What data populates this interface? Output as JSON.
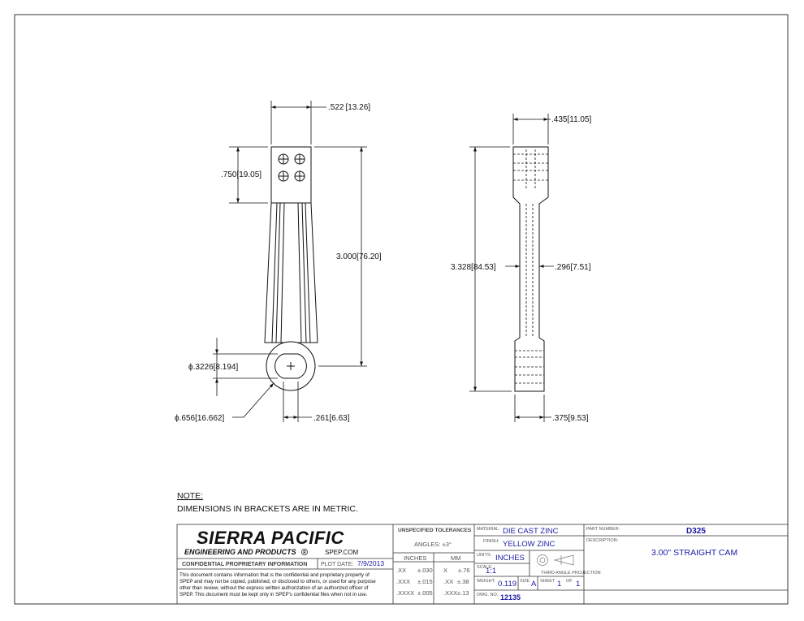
{
  "dimensions": {
    "width_top": ".522",
    "width_top_mm": "13.26",
    "head_height": ".750",
    "head_height_mm": "19.05",
    "overall_length": "3.000",
    "overall_length_mm": "76.20",
    "hole_dia": ".3226",
    "hole_dia_mm": "8.194",
    "hub_dia": ".656",
    "hub_dia_mm": "16.662",
    "flat_offset": ".261",
    "flat_offset_mm": "6.63",
    "side_width_top": ".435",
    "side_width_top_mm": "11.05",
    "side_length": "3.328",
    "side_length_mm": "84.53",
    "side_web": ".296",
    "side_web_mm": "7.51",
    "side_width_bottom": ".375",
    "side_width_bottom_mm": "9.53",
    "dia_symbol": "ϕ"
  },
  "note": {
    "title": "NOTE:",
    "body": "DIMENSIONS IN BRACKETS ARE IN METRIC."
  },
  "title_block": {
    "company": "SIERRA PACIFIC",
    "company_sub": "ENGINEERING AND PRODUCTS",
    "registered": "R",
    "website": "SPEP.COM",
    "confidential_label": "CONFIDENTIAL PROPRIETARY INFORMATION",
    "plot_date_label": "PLOT DATE:",
    "plot_date": "7/9/2013",
    "confidential_lines": [
      "This document contains information that is the confidential and proprietary property of",
      "SPEP and may not be copied, published, or disclosed to others, or used for any purpose",
      "other than review, without the express written authorization of an authorized officer of",
      "SPEP. This document must be kept only in SPEP's confidential files when not in use."
    ],
    "tolerances_title": "UNSPECIFIED TOLERANCES",
    "angles": "ANGLES: ±3°",
    "inches_header": "INCHES",
    "mm_header": "MM",
    "tol_inch_rows": [
      [
        ".XX",
        "±.030"
      ],
      [
        ".XXX",
        "±.015"
      ],
      [
        ".XXXX",
        "±.005"
      ]
    ],
    "tol_mm_rows": [
      [
        "X",
        "±.76"
      ],
      [
        ".XX",
        "±.38"
      ],
      [
        ".XXX",
        "±.13"
      ]
    ],
    "material_label": "MATERIAL:",
    "material": "DIE CAST ZINC",
    "finish_label": "FINISH:",
    "finish": "YELLOW ZINC",
    "units_label": "UNITS:",
    "units": "INCHES",
    "scale_label": "SCALE:",
    "scale": "1:1",
    "projection_label": "THIRD ANGLE PROJECTION",
    "weight_label": "WEIGHT:",
    "weight": "0.119",
    "size_label": "SIZE",
    "size": "A",
    "sheet_label": "SHEET",
    "sheet": "1",
    "of_label": "OF",
    "sheet_total": "1",
    "dwg_no_label": "DWG. NO.",
    "dwg_no": "12135",
    "part_number_label": "PART NUMBER:",
    "part_number": "D325",
    "description_label": "DESCRIPTION:",
    "description": "3.00\" STRAIGHT CAM"
  },
  "colors": {
    "line": "#111111",
    "value_blue": "#1a1aa6",
    "label_grey": "#555555"
  }
}
